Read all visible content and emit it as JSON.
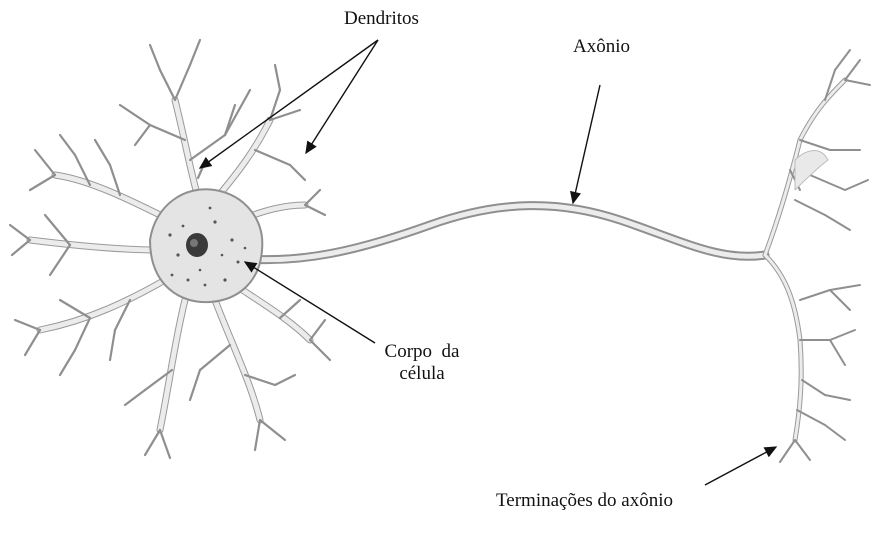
{
  "labels": {
    "dendrites": "Dendritos",
    "axon": "Axônio",
    "cell_body_line1": "Corpo  da",
    "cell_body_line2": "célula",
    "axon_terminals": "Terminações do axônio"
  },
  "colors": {
    "membrane_fill": "#e4e4e4",
    "membrane_stroke": "#8f8f8f",
    "nucleus": "#2f2f2f",
    "arrow": "#111111"
  }
}
